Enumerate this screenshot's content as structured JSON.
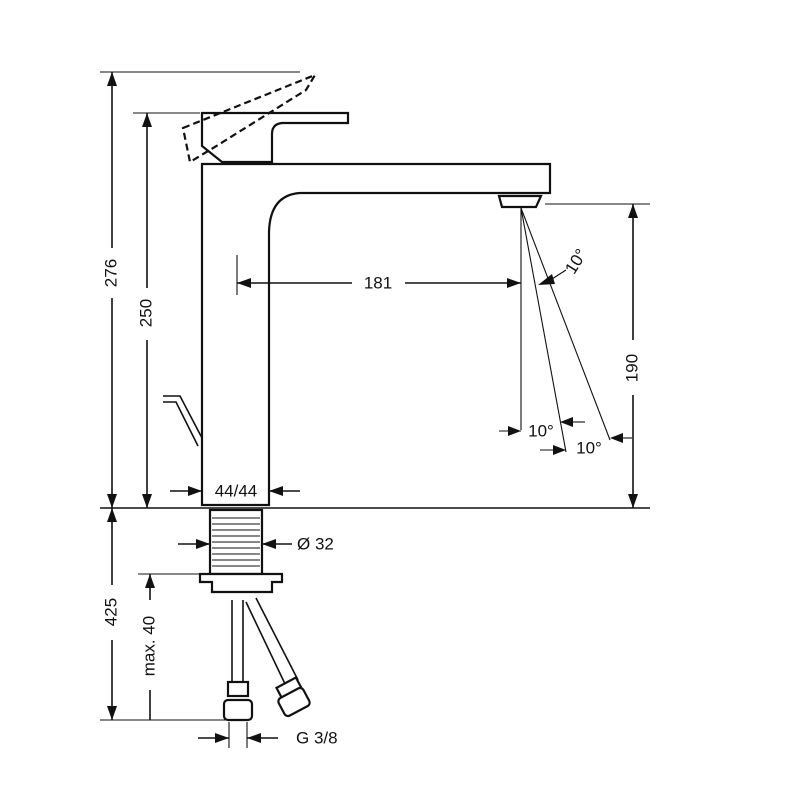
{
  "dimensions": {
    "height_total": "276",
    "height_handle": "250",
    "spout_reach": "181",
    "spout_height": "190",
    "angle_top": "10°",
    "angle_left": "10°",
    "angle_right": "10°",
    "base_width": "44/44",
    "thread_diameter": "Ø 32",
    "hose_length": "425",
    "max_thickness": "max. 40",
    "connection": "G 3/8"
  }
}
